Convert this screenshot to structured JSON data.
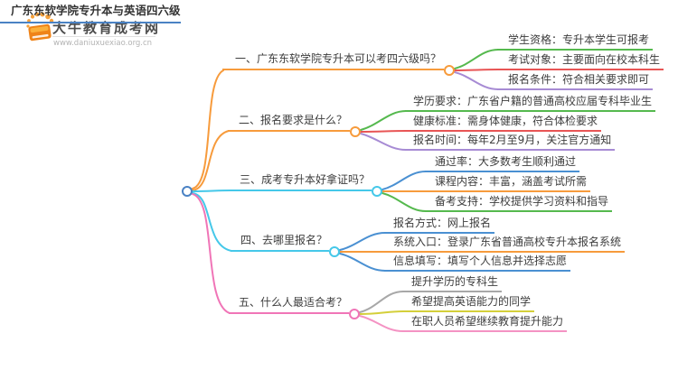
{
  "logo": {
    "title": "大牛教育成考网",
    "url": "www.daniuxuexiao.org.cn",
    "icon": "orange-book-sunburst",
    "brand_color": "#f79b3c"
  },
  "central": {
    "label": "广东东软学院专升本与英语四六级",
    "color": "#4a82c4"
  },
  "branches": [
    {
      "label": "一、广东东软学院专升本可以考四六级吗？",
      "color": "#f79b3c",
      "children": [
        {
          "label": "学生资格：专升本学生可报考",
          "color": "#55b94e"
        },
        {
          "label": "考试对象：主要面向在校本科生",
          "color": "#e85555"
        },
        {
          "label": "报名条件：符合相关要求即可",
          "color": "#a78bd4"
        }
      ]
    },
    {
      "label": "二、报名要求是什么？",
      "color": "#f79b3c",
      "children": [
        {
          "label": "学历要求：广东省户籍的普通高校应届专科毕业生",
          "color": "#55b94e"
        },
        {
          "label": "健康标准：需身体健康，符合体检要求",
          "color": "#e85555"
        },
        {
          "label": "报名时间：每年2月至9月，关注官方通知",
          "color": "#a78bd4"
        }
      ]
    },
    {
      "label": "三、成考专升本好拿证吗？",
      "color": "#45c8e9",
      "children": [
        {
          "label": "通过率：大多数考生顺利通过",
          "color": "#4a90d2"
        },
        {
          "label": "课程内容：丰富，涵盖考试所需",
          "color": "#f79b3c"
        },
        {
          "label": "备考支持：学校提供学习资料和指导",
          "color": "#55b94e"
        }
      ]
    },
    {
      "label": "四、去哪里报名？",
      "color": "#45c8e9",
      "children": [
        {
          "label": "报名方式：网上报名",
          "color": "#4a90d2"
        },
        {
          "label": "系统入口：登录广东省普通高校专升本报名系统",
          "color": "#f79b3c"
        },
        {
          "label": "信息填写：填写个人信息并选择志愿",
          "color": "#4a90d2"
        }
      ]
    },
    {
      "label": "五、什么人最适合考？",
      "color": "#f075b7",
      "children": [
        {
          "label": "提升学历的专科生",
          "color": "#a8a8a8"
        },
        {
          "label": "希望提高英语能力的同学",
          "color": "#d4cf3a"
        },
        {
          "label": "在职人员希望继续教育提升能力",
          "color": "#f493c3"
        }
      ]
    }
  ]
}
